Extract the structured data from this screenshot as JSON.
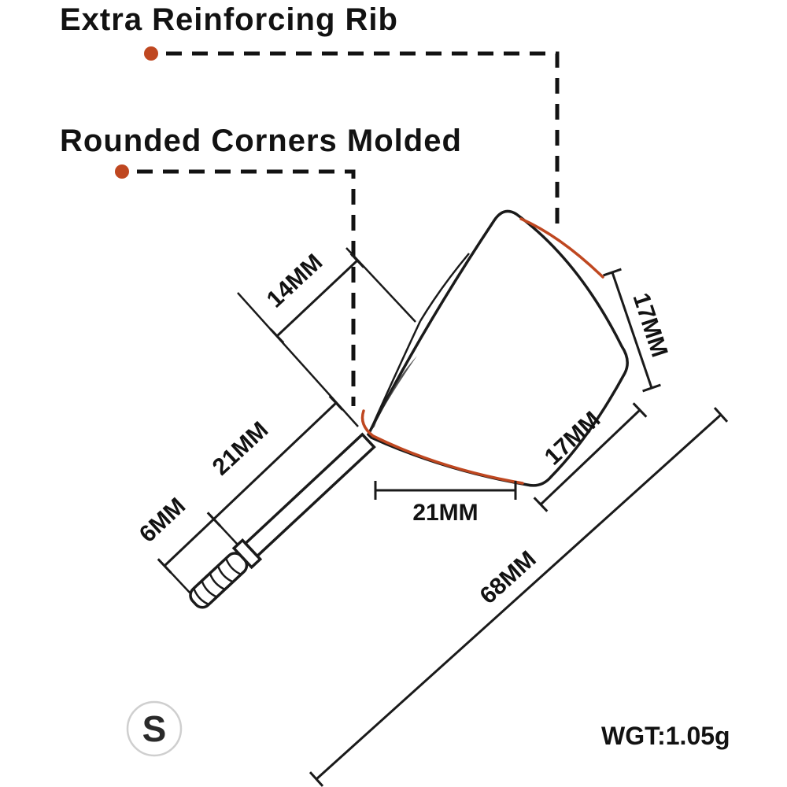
{
  "page": {
    "background": "#ffffff"
  },
  "colors": {
    "ink": "#1a1a1a",
    "accent": "#bf4720"
  },
  "callouts": {
    "extra_rib": "Extra Reinforcing Rib",
    "rounded_corners": "Rounded Corners Molded"
  },
  "dimensions": {
    "wing_width": "14MM",
    "shaft_length": "21MM",
    "thread_length": "6MM",
    "flight_base": "21MM",
    "flight_bottom_edge": "17MM",
    "flight_side_edge": "17MM",
    "overall_length": "68MM"
  },
  "labels": {
    "size_badge": "S",
    "weight": "WGT:1.05g"
  }
}
